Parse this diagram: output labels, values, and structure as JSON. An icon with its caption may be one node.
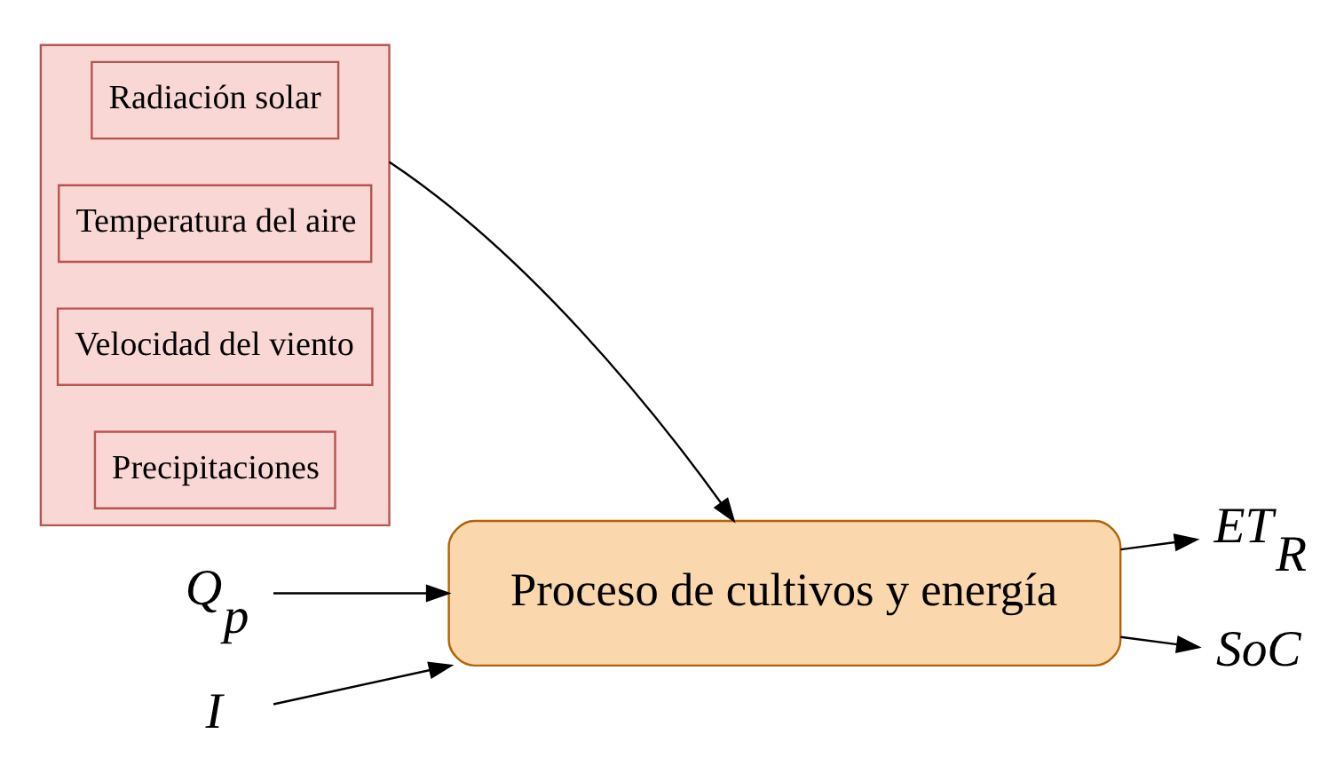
{
  "diagram": {
    "nodes": [
      {
        "text": [],
        "shape": "box"
      },
      {
        "text": [
          "Radiación solar"
        ],
        "in": 0
      },
      {
        "text": [
          "Temperatura del aire"
        ],
        "in": 0
      },
      {
        "text": [
          "Velocidad del viento"
        ],
        "in": 0
      },
      {
        "text": [
          "Precipitaciones"
        ],
        "in": 0
      },
      {
        "text": [
          "Proceso de cultivos y energía"
        ]
      },
      {
        "text": [
          "Q$_{p}$"
        ]
      },
      {
        "text": [
          "I"
        ]
      },
      {
        "text": [
          "ET$_{R}$"
        ]
      },
      {
        "text": [
          "SoC"
        ]
      }
    ],
    "edges": [
      {
        "from": 0,
        "to": 5,
        "arrow": "to"
      },
      {
        "from": 6,
        "to": 5,
        "arrow": "to"
      },
      {
        "from": 7,
        "to": 5,
        "arrow": "to"
      },
      {
        "from": 5,
        "to": 8,
        "arrow": "to"
      },
      {
        "from": 5,
        "to": 9,
        "arrow": "to"
      }
    ]
  }
}
